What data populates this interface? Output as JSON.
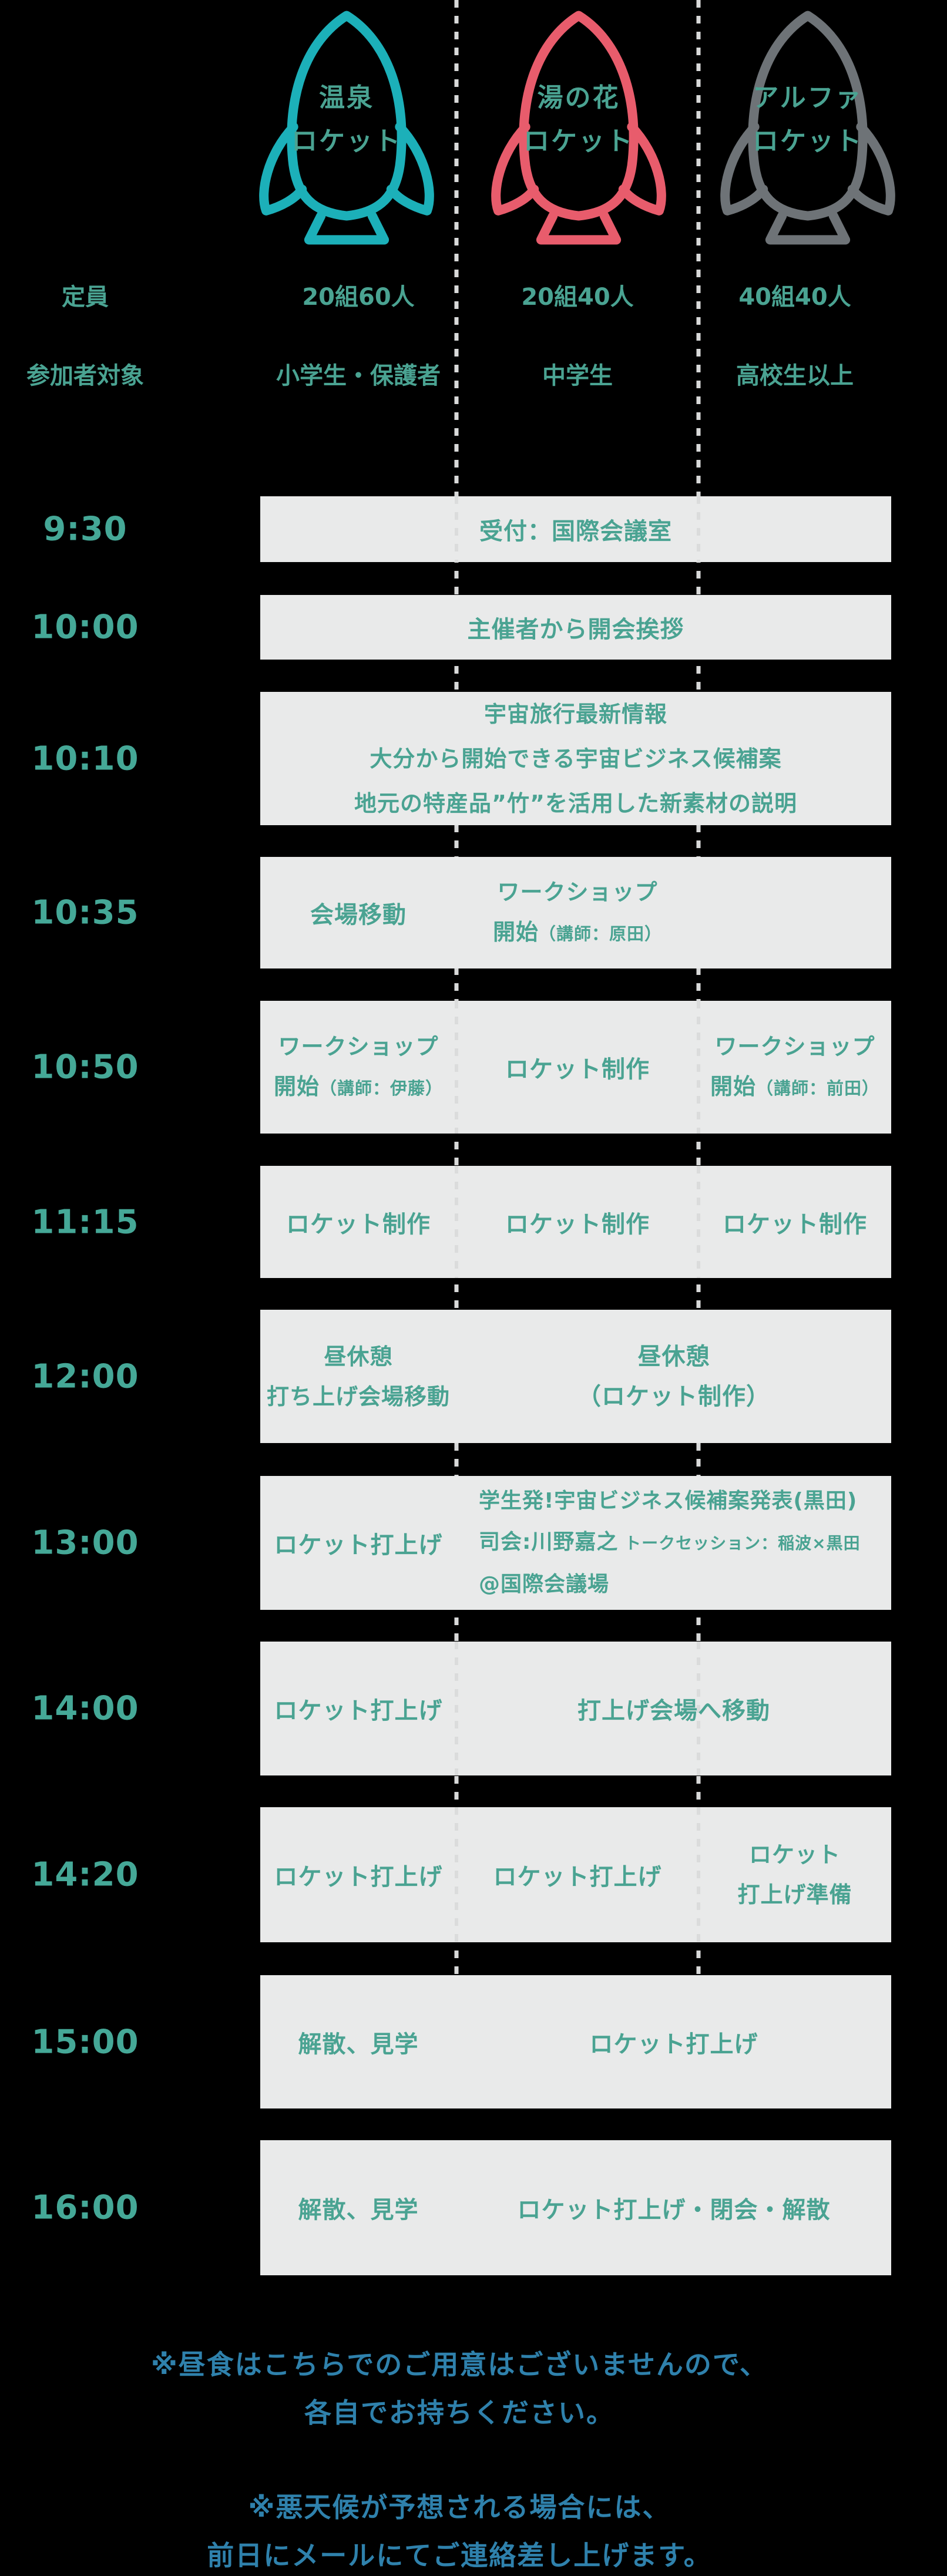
{
  "palette": {
    "background": "#000000",
    "box_gray": "#E9EAEA",
    "text_green": "#4AA392",
    "time_green": "#45A897",
    "note_blue": "#2F81AC",
    "divider_gray": "#D8D9D9",
    "rocket_teal": "#1CB0B9",
    "rocket_red": "#E85C6C",
    "rocket_gray": "#6E7377"
  },
  "header": {
    "rockets": [
      {
        "line1": "温泉",
        "line2": "ロケット",
        "color": "#1CB0B9"
      },
      {
        "line1": "湯の花",
        "line2": "ロケット",
        "color": "#E85C6C"
      },
      {
        "line1": "アルファ",
        "line2": "ロケット",
        "color": "#6E7377"
      }
    ]
  },
  "meta": {
    "capacity_label": "定員",
    "audience_label": "参加者対象",
    "capacities": [
      "20組60人",
      "20組40人",
      "40組40人"
    ],
    "audiences": [
      "小学生・保護者",
      "中学生",
      "高校生以上"
    ]
  },
  "schedule": [
    {
      "time": "9:30",
      "span": "受付：国際会議室"
    },
    {
      "time": "10:00",
      "span": "主催者から開会挨拶"
    },
    {
      "time": "10:10",
      "span_lines": [
        "宇宙旅行最新情報",
        "大分から開始できる宇宙ビジネス候補案",
        "地元の特産品”竹”を活用した新素材の説明"
      ]
    },
    {
      "time": "10:35",
      "col1": "会場移動",
      "col2_line1": "ワークショップ",
      "col2_line2_main": "開始",
      "col2_line2_sub": "（講師：原田）"
    },
    {
      "time": "10:50",
      "col1_line1": "ワークショップ",
      "col1_line2_main": "開始",
      "col1_line2_sub": "（講師：伊藤）",
      "col2": "ロケット制作",
      "col3_line1": "ワークショップ",
      "col3_line2_main": "開始",
      "col3_line2_sub": "（講師：前田）"
    },
    {
      "time": "11:15",
      "col1": "ロケット制作",
      "col2": "ロケット制作",
      "col3": "ロケット制作"
    },
    {
      "time": "12:00",
      "col1_line1": "昼休憩",
      "col1_line2": "打ち上げ会場移動",
      "col23_line1": "昼休憩",
      "col23_line2": "（ロケット制作）"
    },
    {
      "time": "13:00",
      "col1": "ロケット打上げ",
      "col23_line1": "学生発!宇宙ビジネス候補案発表(黒田)",
      "col23_line2_main": "司会:川野嘉之",
      "col23_line2_sub": " トークセッション：稲波×黒田",
      "col23_line3": "@国際会議場"
    },
    {
      "time": "14:00",
      "col1": "ロケット打上げ",
      "col23": "打上げ会場へ移動"
    },
    {
      "time": "14:20",
      "col1": "ロケット打上げ",
      "col2": "ロケット打上げ",
      "col3_line1": "ロケット",
      "col3_line2": "打上げ準備"
    },
    {
      "time": "15:00",
      "col1": "解散、見学",
      "col23": "ロケット打上げ"
    },
    {
      "time": "16:00",
      "col1": "解散、見学",
      "col23": "ロケット打上げ・閉会・解散"
    }
  ],
  "notes": [
    {
      "line1": "※昼食はこちらでのご用意はございませんので、",
      "line2": "各自でお持ちください。"
    },
    {
      "line1": "※悪天候が予想される場合には、",
      "line2": "前日にメールにてご連絡差し上げます。"
    }
  ]
}
